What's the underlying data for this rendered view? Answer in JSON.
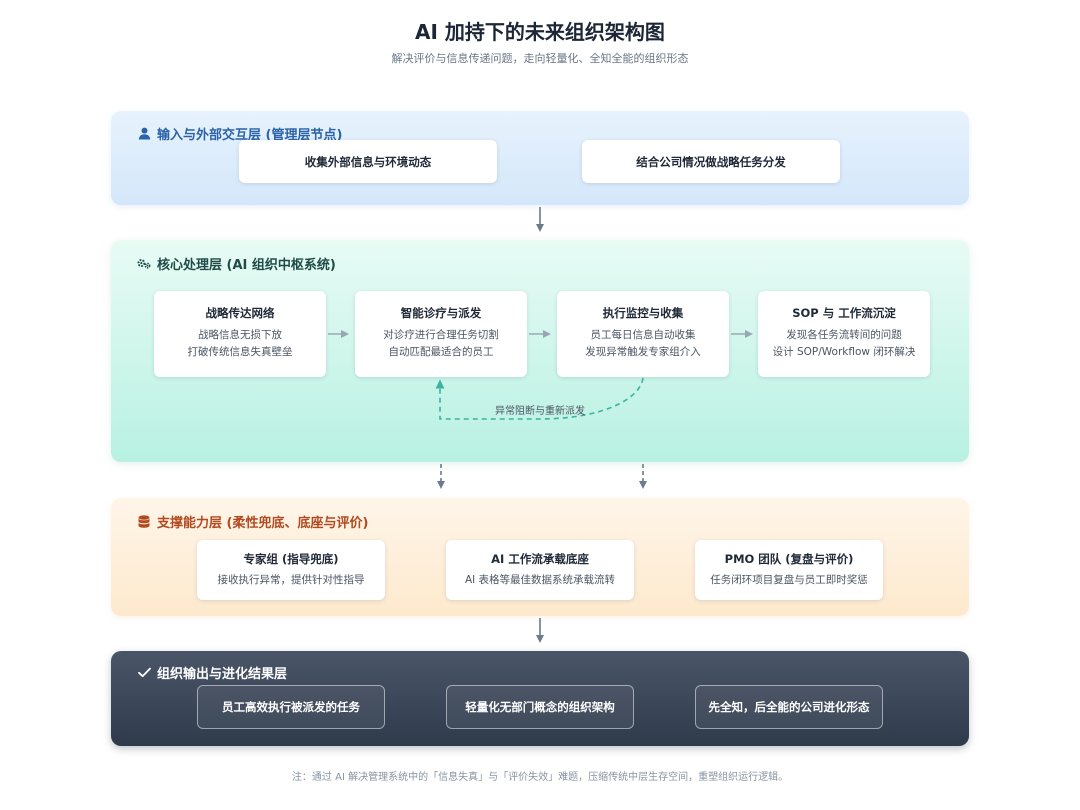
{
  "header": {
    "title": "AI 加持下的未来组织架构图",
    "subtitle": "解决评价与信息传递问题，走向轻量化、全知全能的组织形态"
  },
  "layer1": {
    "title": "输入与外部交互层 (管理层节点)",
    "cards": [
      "收集外部信息与环境动态",
      "结合公司情况做战略任务分发"
    ]
  },
  "layer2": {
    "title": "核心处理层 (AI 组织中枢系统)",
    "cards": [
      {
        "title": "战略传达网络",
        "line1": "战略信息无损下放",
        "line2": "打破传统信息失真壁垒"
      },
      {
        "title": "智能诊疗与派发",
        "line1": "对诊疗进行合理任务切割",
        "line2": "自动匹配最适合的员工"
      },
      {
        "title": "执行监控与收集",
        "line1": "员工每日信息自动收集",
        "line2": "发现异常触发专家组介入"
      },
      {
        "title": "SOP 与 工作流沉淀",
        "line1": "发现各任务流转间的问题",
        "line2": "设计 SOP/Workflow 闭环解决"
      }
    ],
    "loop_label": "异常阻断与重新派发"
  },
  "layer3": {
    "title": "支撑能力层 (柔性兜底、底座与评价)",
    "cards": [
      {
        "title": "专家组 (指导兜底)",
        "line1": "接收执行异常，提供针对性指导"
      },
      {
        "title": "AI 工作流承载底座",
        "line1": "AI 表格等最佳数据系统承载流转"
      },
      {
        "title": "PMO 团队 (复盘与评价)",
        "line1": "任务闭环项目复盘与员工即时奖惩"
      }
    ]
  },
  "layer4": {
    "title": "组织输出与进化结果层",
    "cards": [
      "员工高效执行被派发的任务",
      "轻量化无部门概念的组织架构",
      "先全知，后全能的公司进化形态"
    ]
  },
  "footer": {
    "note": "注：通过 AI 解决管理系统中的「信息失真」与「评价失效」难题，压缩传统中层生存空间，重塑组织运行逻辑。"
  },
  "icons": {
    "layer1": "user-icon",
    "layer2": "gears-icon",
    "layer3": "database-icon",
    "layer4": "check-icon"
  },
  "colors": {
    "layer1_title": "#2a63a8",
    "layer2_title": "#1f4a45",
    "layer3_title": "#b04a20",
    "loop_arrow": "#3bb3a1",
    "connector": "#6b7a8c"
  }
}
